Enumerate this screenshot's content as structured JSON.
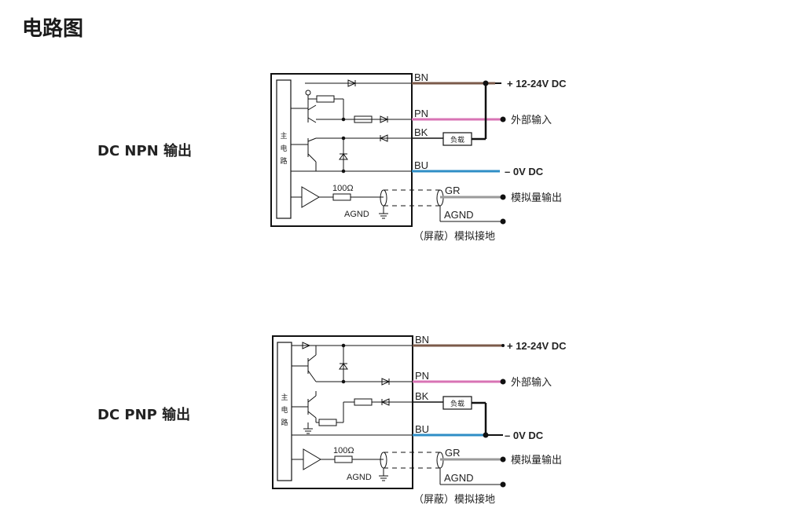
{
  "page": {
    "title": "电路图"
  },
  "colors": {
    "bn_wire": "#7b5a4a",
    "pn_wire": "#d873b4",
    "bk_wire": "#111111",
    "bu_wire": "#2f8ec6",
    "gr_wire": "#9a9a9a",
    "line": "#111111"
  },
  "diagrams": [
    {
      "label": "DC NPN 输出",
      "main_circuit": [
        "主",
        "电",
        "路"
      ],
      "wires": {
        "bn": "BN",
        "pn": "PN",
        "bk": "BK",
        "bu": "BU",
        "gr": "GR"
      },
      "load": "负载",
      "resistor": "100Ω",
      "agnd_inner": "AGND",
      "agnd_outer": "AGND",
      "terminals": {
        "supply": "+ 12-24V DC",
        "external_input": "外部输入",
        "zero": "– 0V DC",
        "analog_output": "模拟量输出",
        "shield_ground": "（屏蔽）模拟接地"
      }
    },
    {
      "label": "DC PNP 输出",
      "main_circuit": [
        "主",
        "电",
        "路"
      ],
      "wires": {
        "bn": "BN",
        "pn": "PN",
        "bk": "BK",
        "bu": "BU",
        "gr": "GR"
      },
      "load": "负载",
      "resistor": "100Ω",
      "agnd_inner": "AGND",
      "agnd_outer": "AGND",
      "terminals": {
        "supply": "+ 12-24V DC",
        "external_input": "外部输入",
        "zero": "– 0V DC",
        "analog_output": "模拟量输出",
        "shield_ground": "（屏蔽）模拟接地"
      }
    }
  ]
}
